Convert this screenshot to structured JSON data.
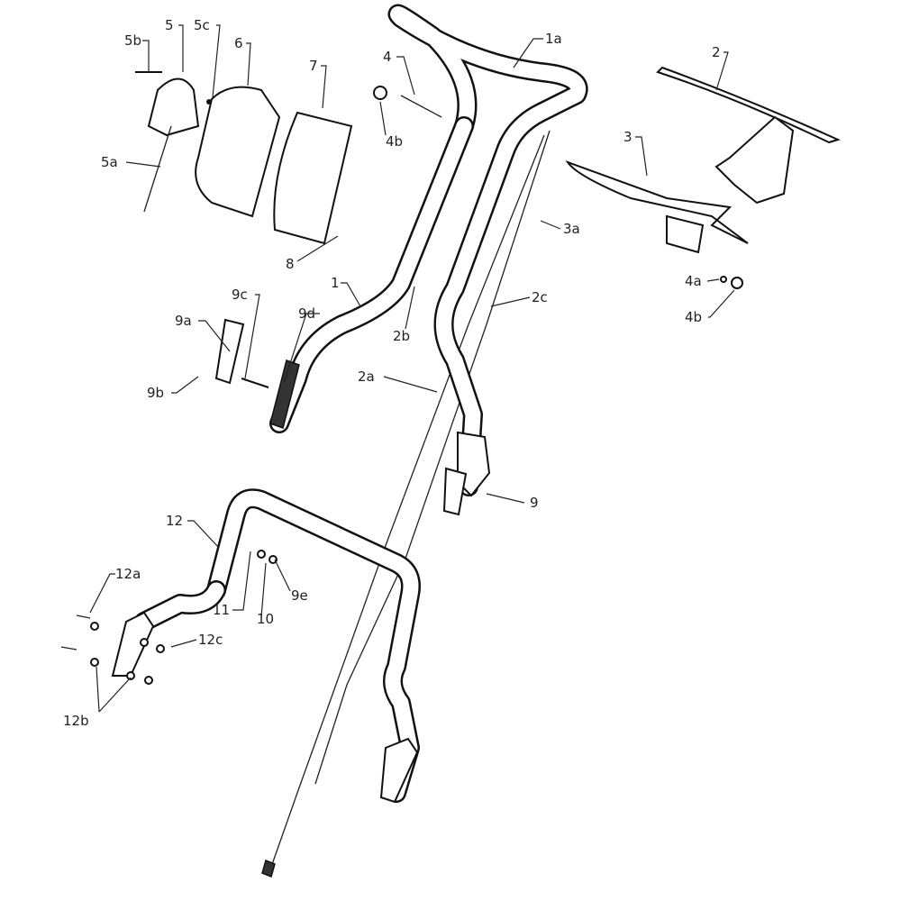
{
  "diagram": {
    "type": "exploded parts diagram - mower handle assembly",
    "labels": {
      "p5b": "5b",
      "p5": "5",
      "p5c": "5c",
      "p6": "6",
      "p7": "7",
      "p4": "4",
      "p1a": "1a",
      "p2": "2",
      "p3": "3",
      "p5a": "5a",
      "p4b_top": "4b",
      "p3a": "3a",
      "p8": "8",
      "p1": "1",
      "p2c": "2c",
      "p4a": "4a",
      "p4b_right": "4b",
      "p9c": "9c",
      "p9a": "9a",
      "p9d": "9d",
      "p2b": "2b",
      "p9b": "9b",
      "p2a": "2a",
      "p9": "9",
      "p12": "12",
      "p12a": "12a",
      "p11": "11",
      "p10": "10",
      "p9e": "9e",
      "p12c": "12c",
      "p12b": "12b"
    }
  }
}
